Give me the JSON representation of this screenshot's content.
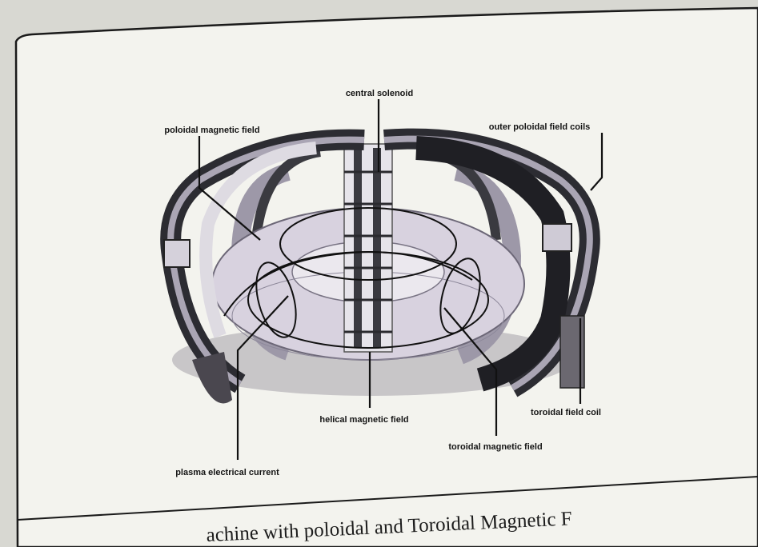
{
  "diagram": {
    "labels": {
      "central_solenoid": "central solenoid",
      "poloidal_magnetic_field": "poloidal magnetic field",
      "outer_poloidal_field_coils": "outer poloidal field coils",
      "helical_magnetic_field": "helical magnetic field",
      "toroidal_field_coil": "toroidal field coil",
      "toroidal_magnetic_field": "toroidal magnetic field",
      "plasma_electrical_current": "plasma electrical current"
    },
    "caption_visible": "achine with poloidal and Toroidal Magnetic F"
  },
  "colors": {
    "paper": "#f4f4f0",
    "coil_dark": "#2a2a2e",
    "coil_light": "#b9b4c2",
    "plasma": "#d6d0dc",
    "line": "#111111"
  }
}
